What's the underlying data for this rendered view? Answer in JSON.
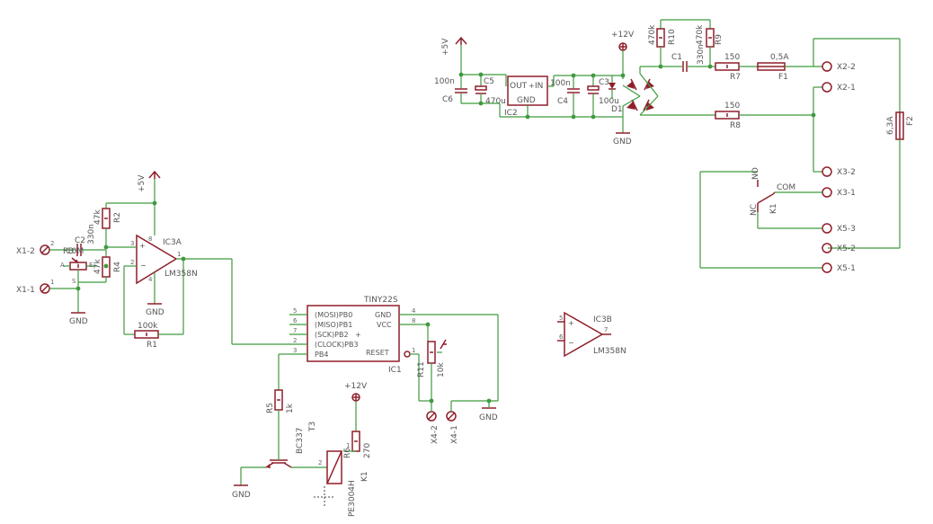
{
  "labels": {
    "v5_top": "+5V",
    "v12_top": "+12V",
    "v12_mid": "+12V",
    "v5_left": "+5V",
    "gnd_top": "GND",
    "gnd_left": "GND",
    "gnd_r1": "GND",
    "gnd_x4": "GND",
    "gnd_t3": "GND",
    "ic2_out": "OUT",
    "ic2_in": "IN",
    "ic2_gnd": "GND",
    "ic2_name": "IC2",
    "c6_val": "100n",
    "c6_name": "C6",
    "c5_name": "C5",
    "c5_val": "470u",
    "c4_val": "100n",
    "c4_name": "C4",
    "c3_name": "C3",
    "c3_val": "100u",
    "d1_name": "D1",
    "r10_val": "470k",
    "r10_name": "R10",
    "r9_val": "470k",
    "r9_name": "R9",
    "c1_name": "C1",
    "c1_val": "330n",
    "r7_val": "150",
    "r7_name": "R7",
    "f1_val": "0,5A",
    "f1_name": "F1",
    "r8_val": "150",
    "r8_name": "R8",
    "f2_val": "6,3A",
    "f2_name": "F2",
    "x2_2": "X2-2",
    "x2_1": "X2-1",
    "x3_2": "X3-2",
    "x3_1": "X3-1",
    "x5_3": "X5-3",
    "x5_2": "X5-2",
    "x5_1": "X5-1",
    "k1_no": "NO",
    "k1_com": "COM",
    "k1_nc": "NC",
    "k1_name": "K1",
    "x1_2": "X1-2",
    "x1_1": "X1-1",
    "r3_name": "R3",
    "r3_val": "10M",
    "c2_name": "C2",
    "c2_val": "330n",
    "r2_val": "47k",
    "r2_name": "R2",
    "r4_val": "47k",
    "r4_name": "R4",
    "pot_a": "A",
    "pot_s": "S",
    "pot_e": "E",
    "ic3a_name": "IC3A",
    "ic3a_part": "LM358N",
    "r1_val": "100k",
    "r1_name": "R1",
    "ic1_part": "TINY22S",
    "ic1_name": "IC1",
    "ic1_mosi": "(MOSI)PB0",
    "ic1_miso": "(MISO)PB1",
    "ic1_sck": "(SCK)PB2",
    "ic1_clock": "(CLOCK)PB3",
    "ic1_pb4": "PB4",
    "ic1_gnd": "GND",
    "ic1_vcc": "VCC",
    "ic1_reset": "RESET",
    "r11_name": "R11",
    "r11_val": "10k",
    "x4_2": "X4-2",
    "x4_1": "X4-1",
    "ic3b_name": "IC3B",
    "ic3b_part": "LM358N",
    "r5_name": "R5",
    "r5_val": "1k",
    "t3_part": "BC337",
    "t3_name": "T3",
    "r6_name": "R6",
    "r6_val": "270",
    "k1b_name": "K1",
    "k1b_part": "PE3004H"
  },
  "pins": {
    "ic1_p5": "5",
    "ic1_p6": "6",
    "ic1_p7": "7",
    "ic1_p2": "2",
    "ic1_p3": "3",
    "ic1_p4": "4",
    "ic1_p8": "8",
    "ic1_p1": "1",
    "ic3a_p3": "3",
    "ic3a_p2": "2",
    "ic3a_p1": "1",
    "ic3a_p8": "8",
    "ic3a_p4": "4",
    "ic3b_p5": "5",
    "ic3b_p6": "6",
    "ic3b_p7": "7",
    "x1_p2": "2",
    "x1_p1": "1",
    "r11_p1": "1",
    "k1_p2": "2",
    "k1_p1": "1"
  }
}
